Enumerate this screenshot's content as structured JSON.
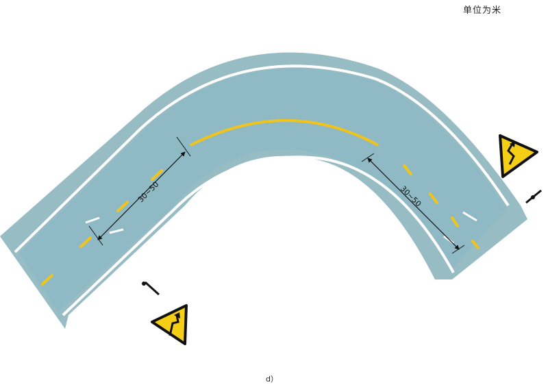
{
  "unit_label": "单位为米",
  "caption": "d）",
  "dimensions": {
    "left": "30~50",
    "right": "30~50"
  },
  "colors": {
    "road": "#8fbac5",
    "shoulder": "#97bcc3",
    "edge_line": "#ffffff",
    "center_line": "#f2c418",
    "sign_fill": "#f5cf15",
    "sign_border": "#111111"
  },
  "signs": [
    {
      "type": "curve-right-warning",
      "symbol": "reverse-curve-right"
    },
    {
      "type": "curve-left-warning",
      "symbol": "reverse-curve-left"
    }
  ]
}
